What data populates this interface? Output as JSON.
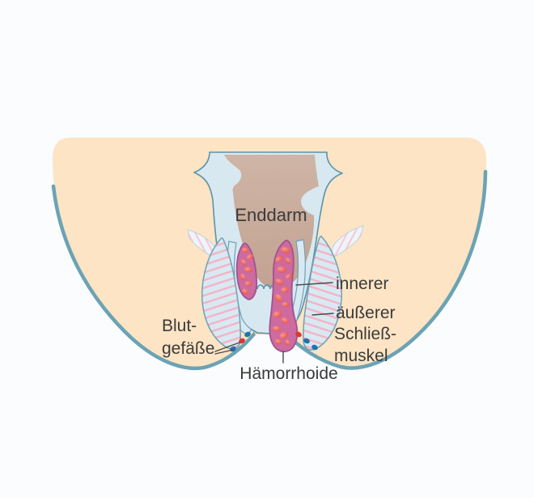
{
  "diagram": {
    "labels": {
      "rectum": "Enddarm",
      "sphincter_inner": "innerer",
      "sphincter_outer": "äußerer",
      "sphincter_word1": "Schließ-",
      "sphincter_word2": "muskel",
      "vessels_word1": "Blut-",
      "vessels_word2": "gefäße",
      "hemorrhoid": "Hämorrhoide"
    },
    "colors": {
      "background": "#fafcfe",
      "skin": "#fce4c4",
      "skin_outline": "#6ba3b4",
      "rectum_wall": "#d8e8f1",
      "rectum_wall_outline": "#5c93a9",
      "rectum_interior": "#c6a897",
      "muscle_fill": "#d9e9f3",
      "muscle_stripe": "#f3b3c3",
      "hemorrhoid_fill": "#cd6ba0",
      "hemorrhoid_outline": "#a2528f",
      "blood_blob": "#e2403c",
      "vessel_red": "#d93732",
      "vessel_blue": "#2272ae",
      "anal_canal": "#f4cf9f",
      "label_text": "#3b3b3b",
      "leader_line": "#4a4a4a"
    }
  }
}
